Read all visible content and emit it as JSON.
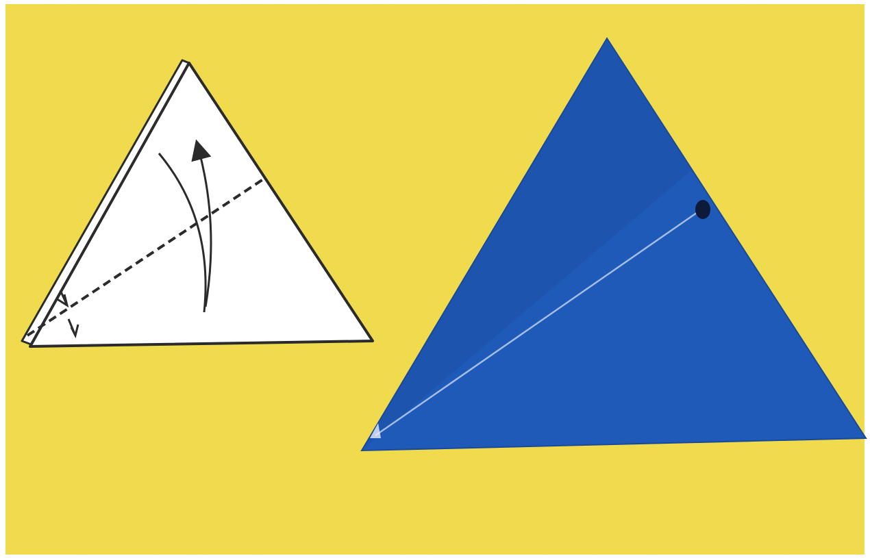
{
  "colors": {
    "frame": "#ffffff",
    "background": "#f2dc4e",
    "diagram_fill": "#ffffff",
    "diagram_stroke": "#2b2b2b",
    "paper_blue": "#1f5ab8",
    "paper_blue_dark": "#194a9a",
    "crease": "#cfe0f5",
    "dot": "#0d1a3a"
  },
  "panels": [
    {
      "name": "fold-diagram",
      "icons": [
        "dashed-fold-line",
        "fold-arrow",
        "angle-bisect-marks"
      ]
    },
    {
      "name": "folded-paper-photo",
      "icons": [
        "crease-line",
        "reference-dot"
      ]
    }
  ]
}
